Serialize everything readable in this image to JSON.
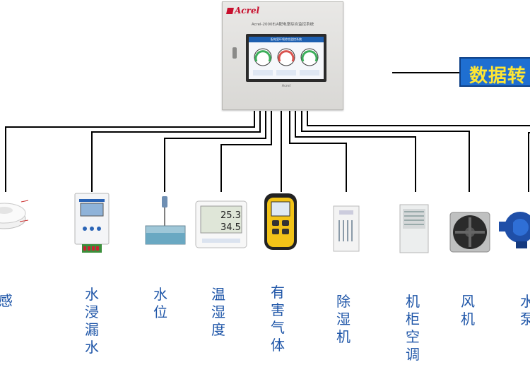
{
  "cabinet": {
    "brand": "Acrel",
    "title": "Acrel-2000E/A配电室综合监控系统",
    "screen_title": "配电室环境综合监控系统",
    "footer": "Acrel"
  },
  "converter": {
    "label": "数据转"
  },
  "devices": [
    {
      "id": "smoke",
      "icon": "smoke-detector-icon",
      "label": "感"
    },
    {
      "id": "water-leak",
      "icon": "water-leak-sensor-icon",
      "label": "水浸漏水"
    },
    {
      "id": "water-level",
      "icon": "water-level-sensor-icon",
      "label": "水位"
    },
    {
      "id": "temp-humidity",
      "icon": "temperature-humidity-sensor-icon",
      "label": "温湿度",
      "readings": {
        "temperature": "25.3",
        "humidity": "34.5"
      }
    },
    {
      "id": "gas",
      "icon": "gas-detector-icon",
      "label": "有害气体"
    },
    {
      "id": "dehumidifier",
      "icon": "dehumidifier-icon",
      "label": "除湿机"
    },
    {
      "id": "cabinet-ac",
      "icon": "cabinet-air-conditioner-icon",
      "label": "机柜空调"
    },
    {
      "id": "fan",
      "icon": "fan-icon",
      "label": "风机"
    },
    {
      "id": "pump",
      "icon": "water-pump-icon",
      "label": "水泵"
    }
  ],
  "colors": {
    "label": "#1f56a8",
    "line": "#000000",
    "converter_fill": "#1f6fd1",
    "converter_text": "#ffe633",
    "brand": "#c8102e"
  }
}
